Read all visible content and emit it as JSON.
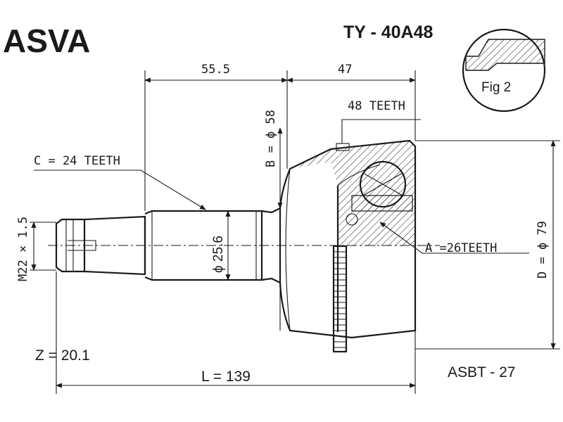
{
  "brand": "ASVA",
  "model": "TY - 40A48",
  "fig_label": "Fig 2",
  "dimensions": {
    "offset_length": "55.5",
    "head_length": "47",
    "abs_teeth": "48 TEETH",
    "b_diameter": "B = ϕ 58",
    "c_spline": "C = 24 TEETH",
    "thread": "M22 × 1.5",
    "shaft_diameter": "ϕ 25.6",
    "a_spline": "A =26TEETH",
    "d_diameter": "D = ϕ 79",
    "z_value": "Z = 20.1",
    "total_length": "L = 139"
  },
  "part_code": "ASBT - 27",
  "colors": {
    "ink": "#1a1a1a",
    "background": "#ffffff"
  }
}
